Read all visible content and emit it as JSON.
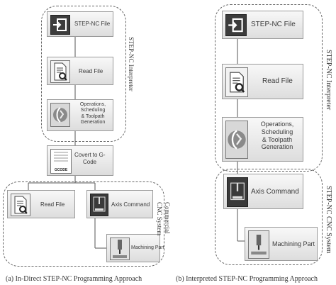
{
  "left": {
    "step_nc_file": "STEP-NC File",
    "read_file": "Read File",
    "operations": [
      "Operations,",
      "Scheduling",
      "& Toolpath",
      "Generation"
    ],
    "covert": [
      "Covert to G-",
      "Code"
    ],
    "gcode_icon": "GCODE",
    "read_file_2": "Read File",
    "axis_command": "Axis Command",
    "machining_part": "Machining Part",
    "interpreter_label": "STEP-NC Interpreter",
    "cnc_label_1": "Commercial",
    "cnc_label_2": "CNC System",
    "caption": "(a) In-Direct  STEP-NC Programming  Approach"
  },
  "right": {
    "step_nc_file": "STEP-NC File",
    "read_file": "Read File",
    "operations": [
      "Operations,",
      "Scheduling",
      "& Toolpath",
      "Generation"
    ],
    "axis_command": "Axis Command",
    "machining_part": "Machining Part",
    "interpreter_label": "STEP-NC Interpreter",
    "cnc_label": "STEP-NC CNC System",
    "caption": "(b) Interpreted  STEP-NC Programming  Approach"
  },
  "icons": [
    "import-icon",
    "document-search-icon",
    "toolpath-icon",
    "gcode-file-icon",
    "cnc-machine-icon",
    "machining-part-icon"
  ]
}
